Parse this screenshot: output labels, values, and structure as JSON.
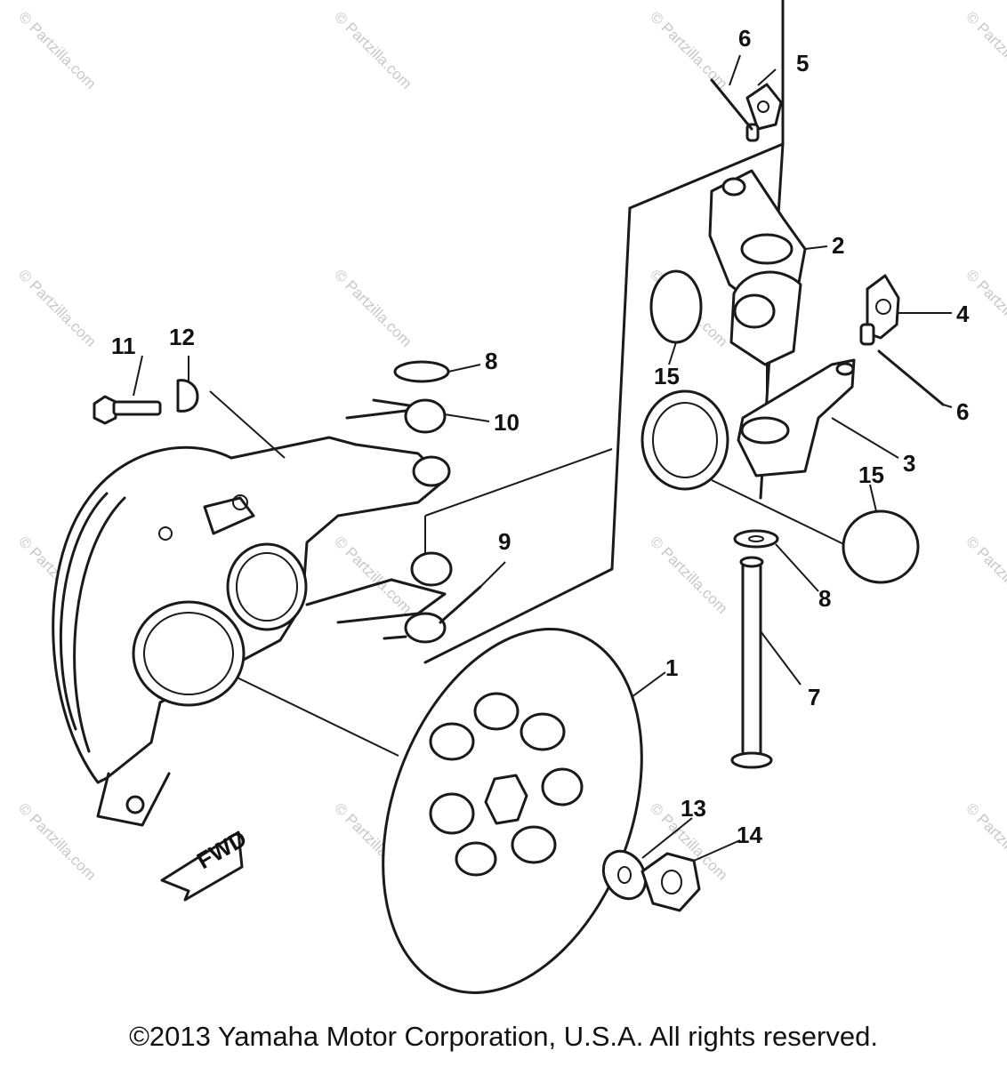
{
  "watermark": "© Partzilla.com",
  "copyright": "©2013 Yamaha Motor Corporation, U.S.A. All rights reserved.",
  "direction_label": "FWD",
  "callouts": [
    {
      "id": "c1",
      "text": "1"
    },
    {
      "id": "c2",
      "text": "2"
    },
    {
      "id": "c3",
      "text": "3"
    },
    {
      "id": "c4",
      "text": "4"
    },
    {
      "id": "c5",
      "text": "5"
    },
    {
      "id": "c6a",
      "text": "6"
    },
    {
      "id": "c6b",
      "text": "6"
    },
    {
      "id": "c7",
      "text": "7"
    },
    {
      "id": "c8a",
      "text": "8"
    },
    {
      "id": "c8b",
      "text": "8"
    },
    {
      "id": "c9",
      "text": "9"
    },
    {
      "id": "c10",
      "text": "10"
    },
    {
      "id": "c11",
      "text": "11"
    },
    {
      "id": "c12",
      "text": "12"
    },
    {
      "id": "c13",
      "text": "13"
    },
    {
      "id": "c14",
      "text": "14"
    },
    {
      "id": "c15a",
      "text": "15"
    },
    {
      "id": "c15b",
      "text": "15"
    }
  ]
}
